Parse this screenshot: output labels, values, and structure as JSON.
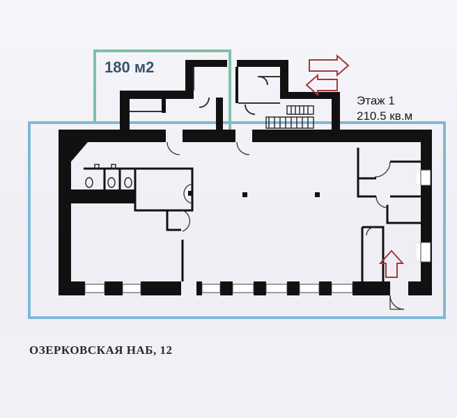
{
  "plan": {
    "annex_area_label": "180 м2",
    "floor_label": "Этаж 1",
    "floor_area_label": "210.5 кв.м"
  },
  "address": "ОЗЕРКОВСКАЯ НАБ, 12",
  "colors": {
    "highlight_outline": "#7fb8d6",
    "annex_outline": "#7dc2a8",
    "wall": "#111111",
    "arrow": "#a03a3a"
  },
  "icons": [
    "toilet-icon",
    "arrow-right-icon",
    "arrow-left-icon",
    "arrow-up-icon",
    "stairs-icon"
  ]
}
